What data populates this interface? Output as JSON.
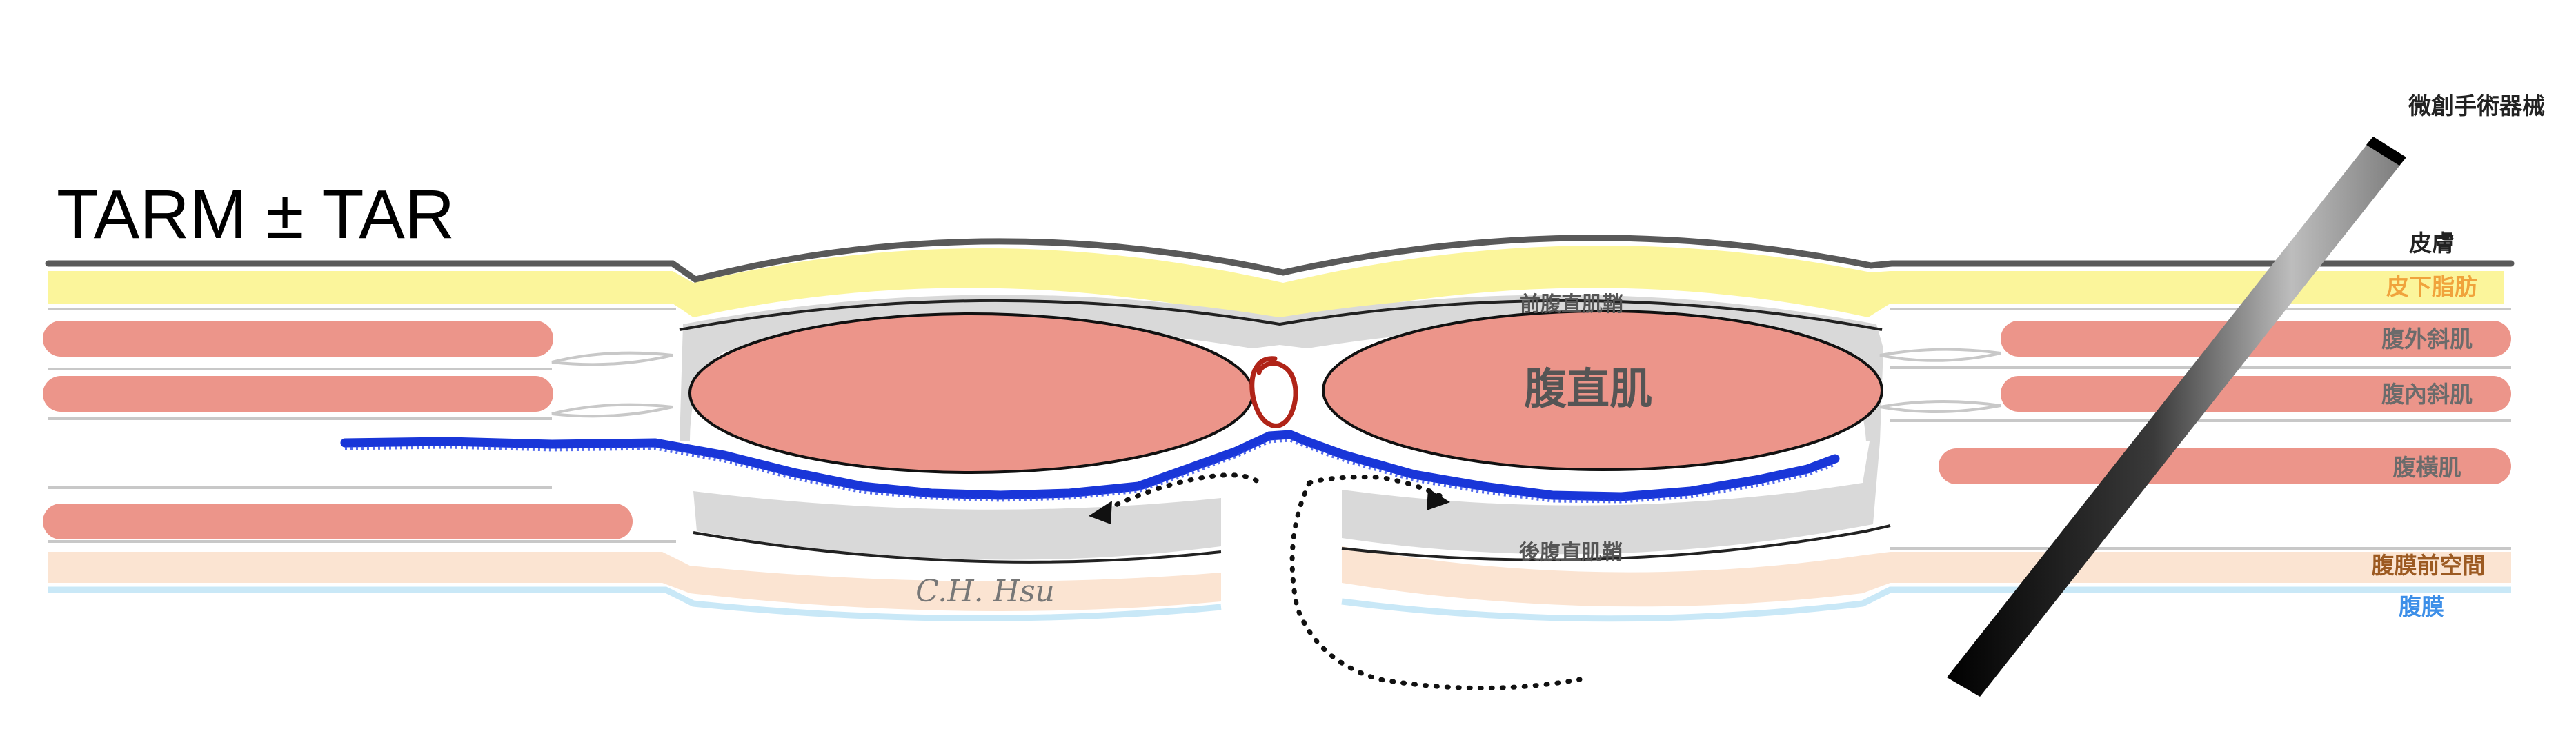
{
  "title": "TARM ± TAR",
  "signature": "C.H. Hsu",
  "labels": {
    "instrument": "微創手術器械",
    "skin": "皮膚",
    "subcutaneous_fat": "皮下脂肪",
    "external_oblique": "腹外斜肌",
    "internal_oblique": "腹內斜肌",
    "transversus": "腹橫肌",
    "preperitoneal_space": "腹膜前空間",
    "peritoneum": "腹膜",
    "rectus": "腹直肌",
    "anterior_sheath": "前腹直肌鞘",
    "posterior_sheath": "後腹直肌鞘"
  },
  "colors": {
    "skin": "#595959",
    "fat": "#fbf59b",
    "muscle": "#ec958a",
    "sheath": "#d9d9d9",
    "preperitoneal": "#fbe4d2",
    "peritoneum": "#c9e8f7",
    "mesh": "#1936d8",
    "suture": "#b02418",
    "label_dark": "#222222",
    "label_fat": "#f0a33c",
    "label_muscle": "#6b6b6b",
    "label_preperitoneal": "#9c5a22",
    "label_peritoneum": "#3d8fe8"
  }
}
